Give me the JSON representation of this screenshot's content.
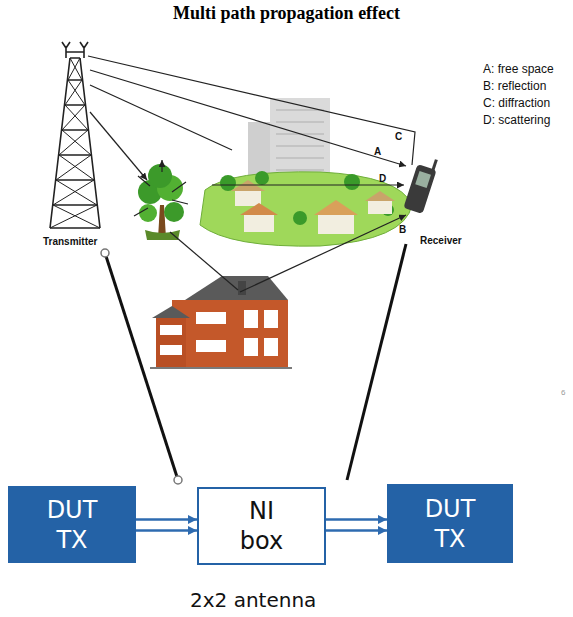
{
  "diagram": {
    "title": "Multi path propagation effect",
    "nodes": [
      {
        "text": [
          "DUT TX"
        ]
      },
      {
        "text": [
          "NI box"
        ]
      },
      {
        "text": [
          "DUT TX"
        ]
      }
    ],
    "edges": [
      {
        "from": 0,
        "to": 1,
        "arrow": "to"
      },
      {
        "from": 0,
        "to": 1,
        "arrow": "to"
      },
      {
        "from": 1,
        "to": 2,
        "arrow": "to"
      },
      {
        "from": 1,
        "to": 2,
        "arrow": "to"
      }
    ],
    "labels": [
      "A: free space",
      "B: reflection",
      "C: diffraction",
      "D: scattering",
      "C",
      "A",
      "D",
      "Transmitter",
      "B",
      "Receiver",
      "6",
      "2x2 antenna"
    ]
  }
}
